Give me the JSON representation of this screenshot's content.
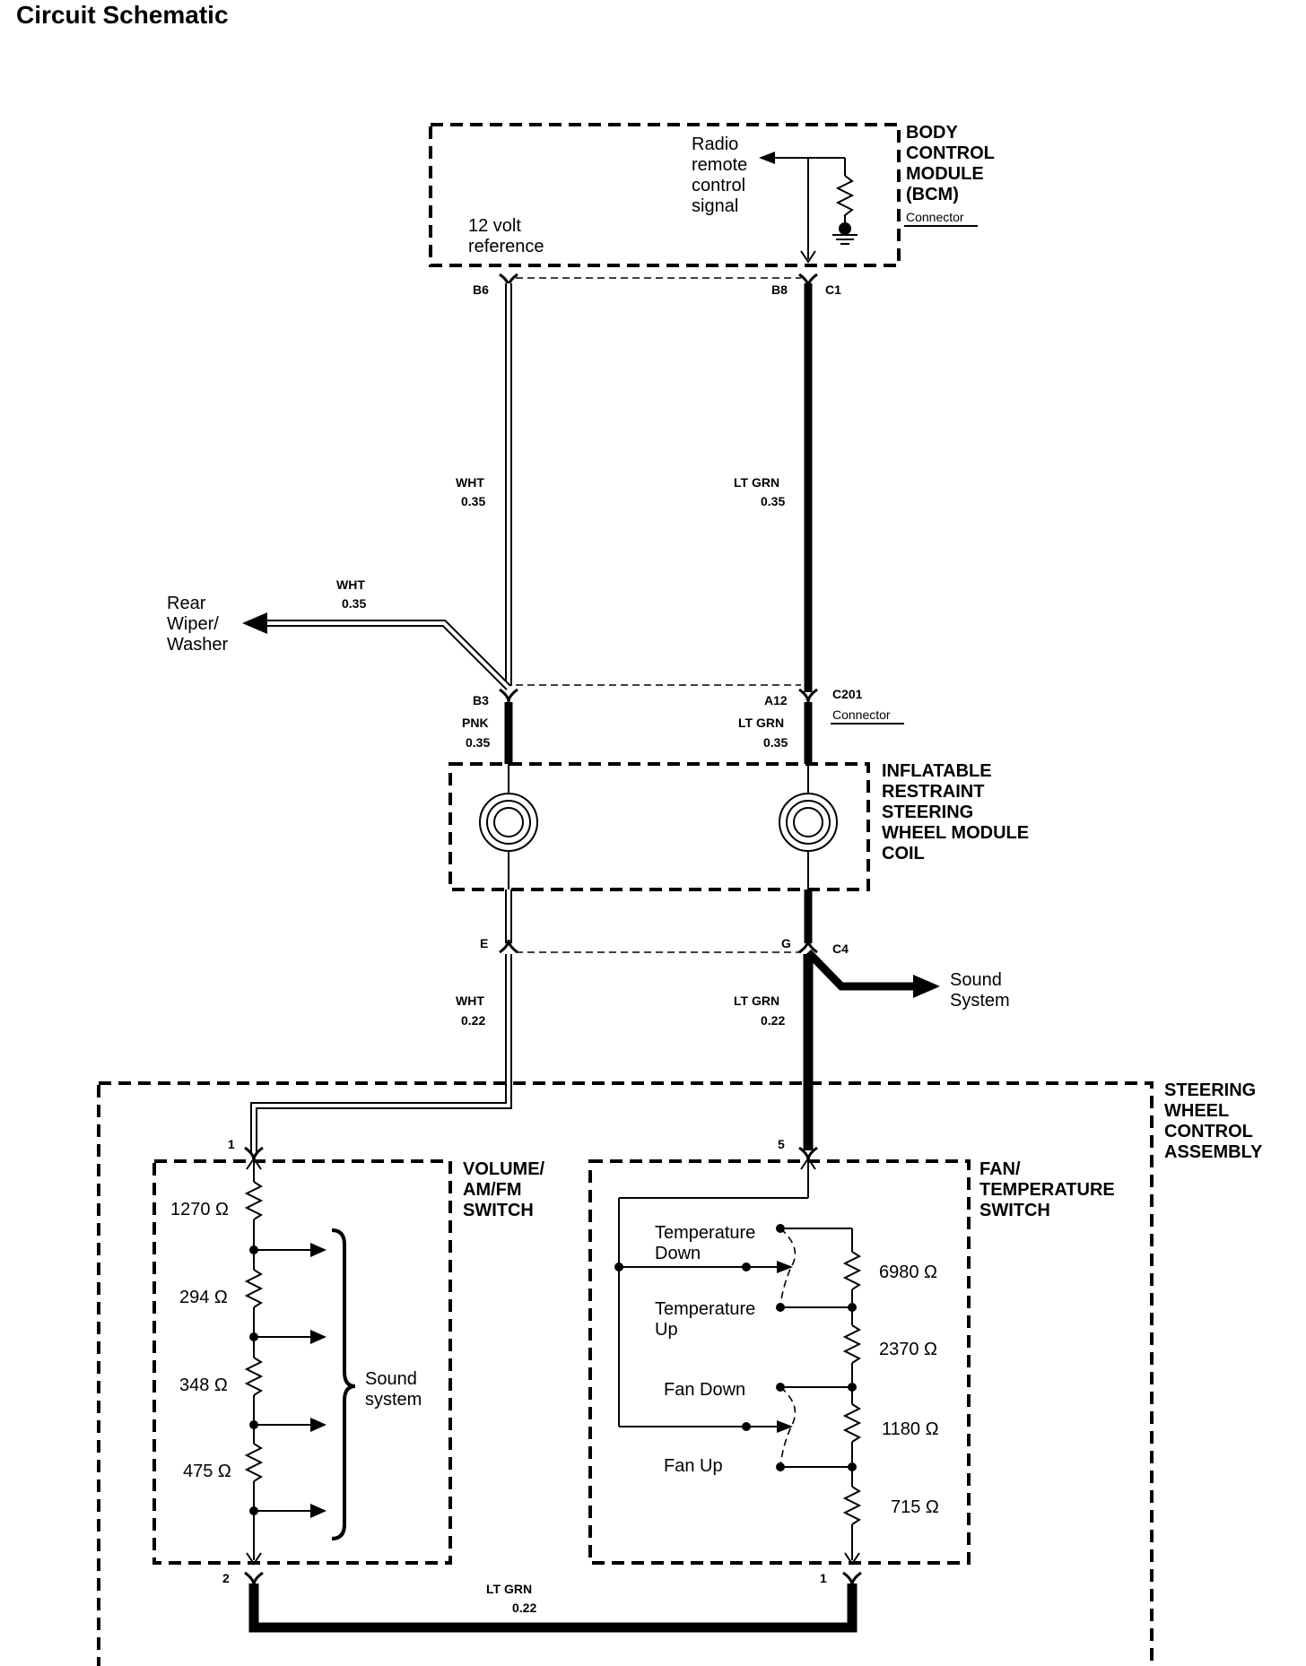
{
  "title": "Circuit Schematic",
  "bcm": {
    "name": [
      "BODY",
      "CONTROL",
      "MODULE",
      "(BCM)"
    ],
    "connector_note": "Connector",
    "radio_signal": [
      "Radio",
      "remote",
      "control",
      "signal"
    ],
    "reference": [
      "12 volt",
      "reference"
    ],
    "pin_b6": "B6",
    "pin_b8": "B8",
    "pin_c1": "C1"
  },
  "wires": {
    "wht_upper": [
      "WHT",
      "0.35"
    ],
    "ltgrn_upper": [
      "LT GRN",
      "0.35"
    ],
    "wht_branch": [
      "WHT",
      "0.35"
    ],
    "pnk": [
      "PNK",
      "0.35"
    ],
    "ltgrn_mid": [
      "LT GRN",
      "0.35"
    ],
    "wht_lower": [
      "WHT",
      "0.22"
    ],
    "ltgrn_lower": [
      "LT GRN",
      "0.22"
    ],
    "ltgrn_bottom": [
      "LT GRN",
      "0.22"
    ]
  },
  "rear_wiper": [
    "Rear",
    "Wiper/",
    "Washer"
  ],
  "c201": {
    "pin_b3": "B3",
    "pin_a12": "A12",
    "name": "C201",
    "note": "Connector"
  },
  "coil": {
    "name": [
      "INFLATABLE",
      "RESTRAINT",
      "STEERING",
      "WHEEL MODULE",
      "COIL"
    ]
  },
  "c4": {
    "pin_e": "E",
    "pin_g": "G",
    "name": "C4"
  },
  "sound_branch": [
    "Sound",
    "System"
  ],
  "swc": {
    "name": [
      "STEERING",
      "WHEEL",
      "CONTROL",
      "ASSEMBLY"
    ],
    "pin1_top": "1",
    "pin5": "5",
    "pin2": "2",
    "pin1_bottom": "1"
  },
  "volume_switch": {
    "name": [
      "VOLUME/",
      "AM/FM",
      "SWITCH"
    ],
    "resistors": [
      "1270 Ω",
      "294 Ω",
      "348 Ω",
      "475 Ω"
    ],
    "bracket_label": [
      "Sound",
      "system"
    ]
  },
  "fan_switch": {
    "name": [
      "FAN/",
      "TEMPERATURE",
      "SWITCH"
    ],
    "resistors": [
      "6980 Ω",
      "2370 Ω",
      "1180 Ω",
      "715 Ω"
    ],
    "temp_down": [
      "Temperature",
      "Down"
    ],
    "temp_up": [
      "Temperature",
      "Up"
    ],
    "fan_down": "Fan Down",
    "fan_up": "Fan Up"
  },
  "colors": {
    "ink": "#000000",
    "background": "#ffffff"
  }
}
